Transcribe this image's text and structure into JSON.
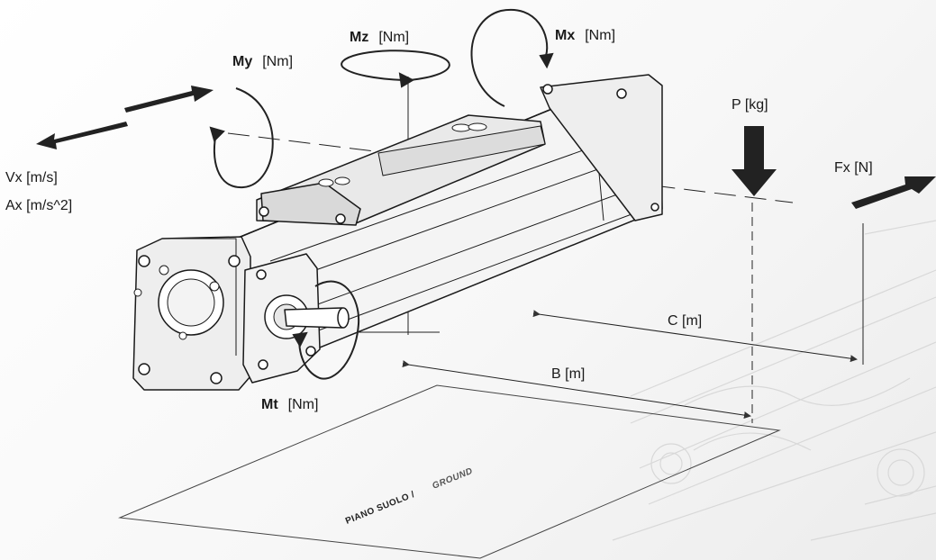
{
  "labels": {
    "my": {
      "symbol": "My",
      "unit": "[Nm]"
    },
    "mz": {
      "symbol": "Mz",
      "unit": "[Nm]"
    },
    "mx": {
      "symbol": "Mx",
      "unit": "[Nm]"
    },
    "mt": {
      "symbol": "Mt",
      "unit": "[Nm]"
    },
    "p": "P [kg]",
    "fx": "Fx  [N]",
    "vx": "Vx [m/s]",
    "ax": "Ax [m/s^2]",
    "c": "C [m]",
    "b": "B [m]"
  },
  "ground": {
    "it": "PIANO SUOLO /",
    "en": "GROUND"
  }
}
